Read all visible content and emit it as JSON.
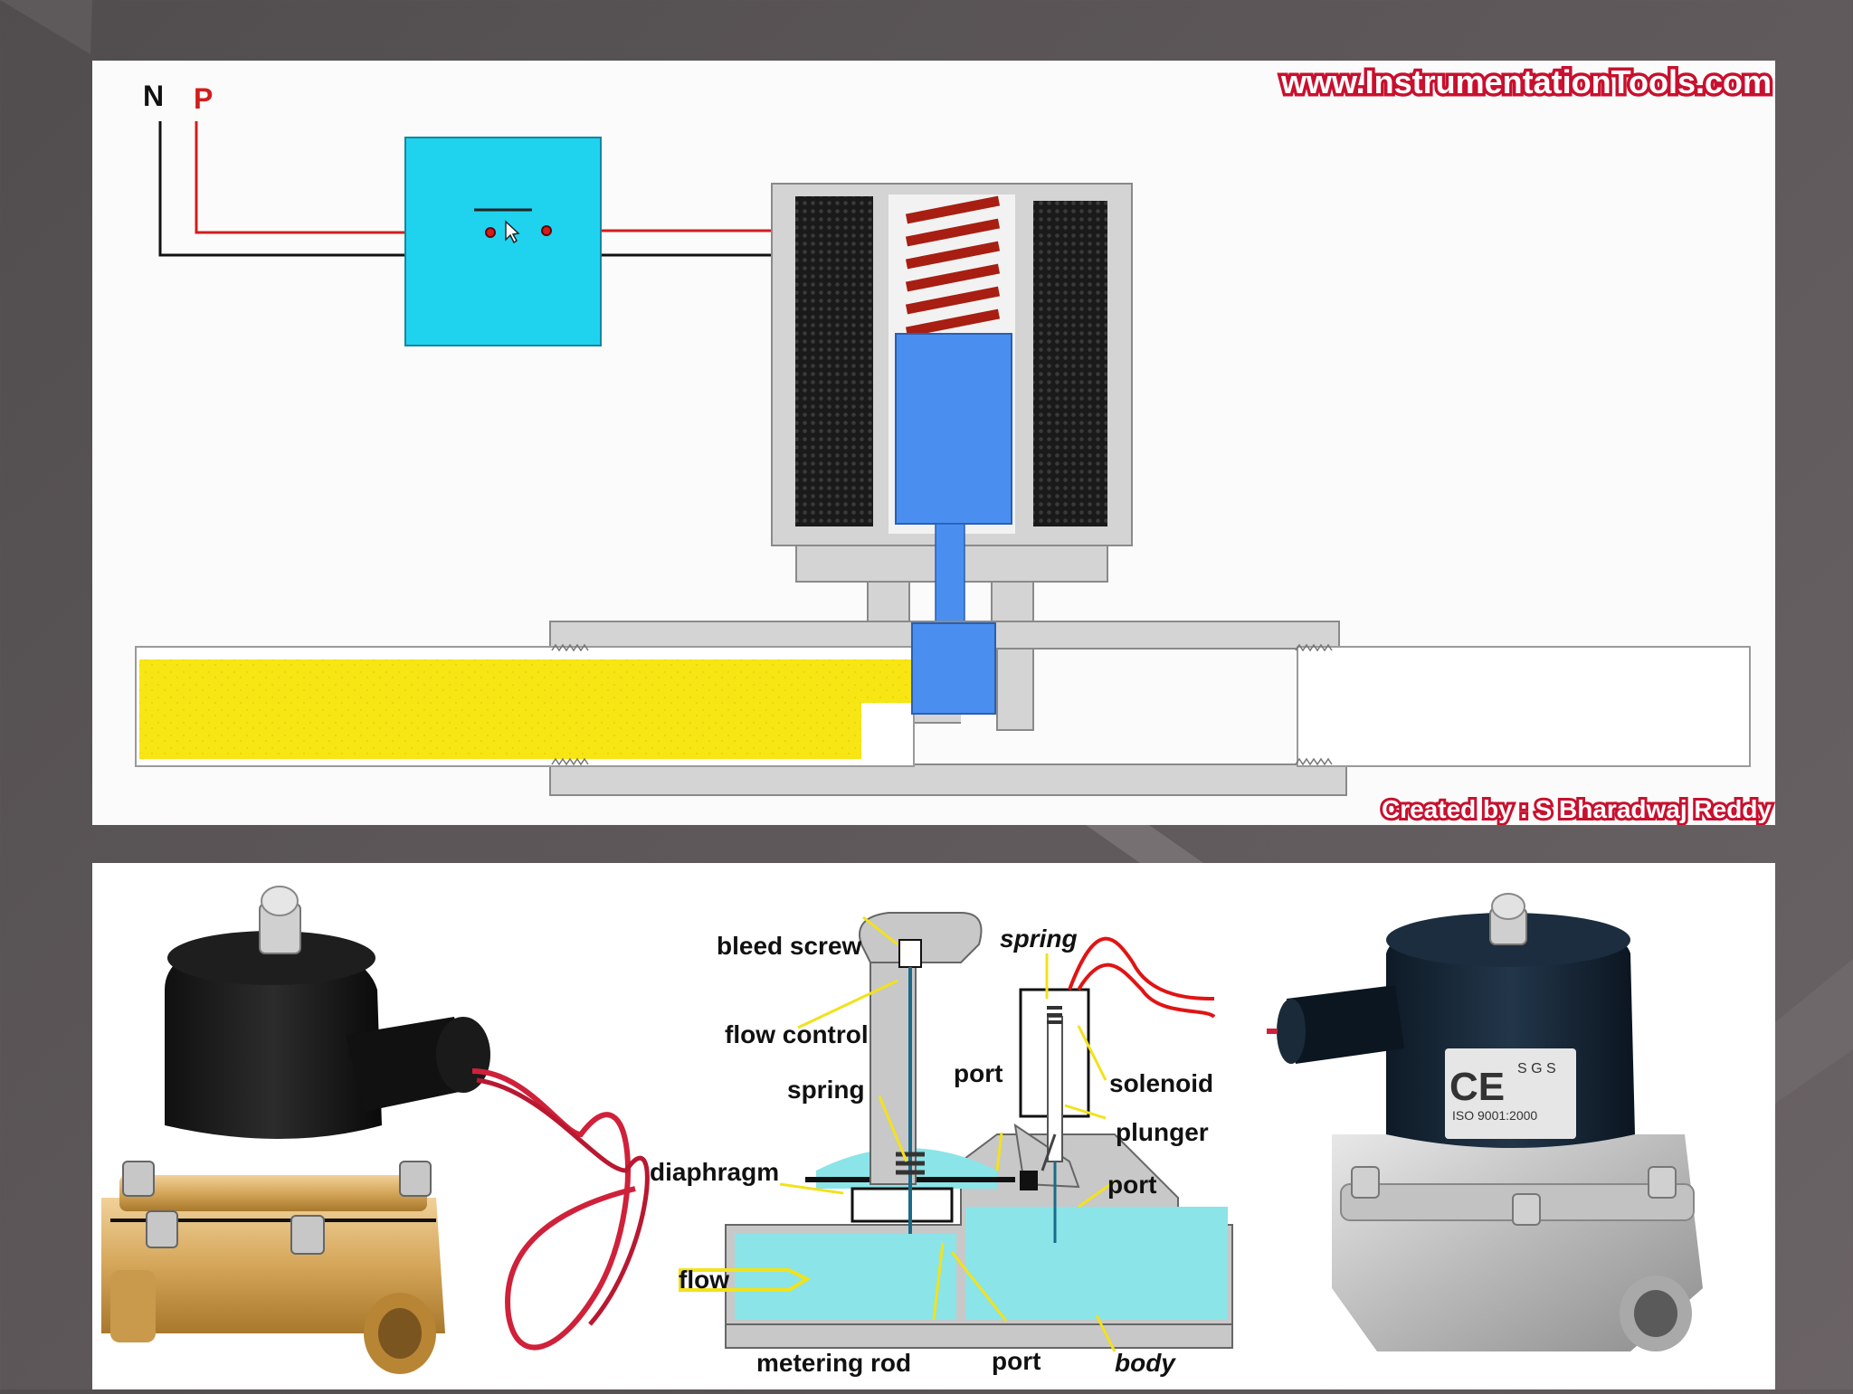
{
  "top_diagram": {
    "website": "www.InstrumentationTools.com",
    "credit": "Created by : S Bharadwaj Reddy",
    "terminal_n": "N",
    "terminal_p": "P",
    "colors": {
      "switch_box": "#1fd3ef",
      "plunger": "#4a8ff0",
      "fluid": "#f7e514",
      "spring": "#a81e12",
      "coil": "#1a1a1a",
      "body": "#d4d4d4",
      "live_wire": "#d21d1d",
      "brand_red": "#c8102e"
    }
  },
  "bottom_diagram": {
    "labels": {
      "bleed_screw": "bleed screw",
      "spring_top": "spring",
      "flow_control": "flow control",
      "solenoid": "solenoid",
      "port_upper": "port",
      "spring": "spring",
      "plunger": "plunger",
      "diaphragm": "diaphragm",
      "port_right": "port",
      "flow": "flow",
      "metering_rod": "metering rod",
      "port_bottom": "port",
      "body": "body"
    },
    "colors": {
      "fluid": "#8be4e8",
      "body": "#c8c8c8",
      "leader": "#f2e21c",
      "wire": "#e01414"
    },
    "photos": [
      "brass-solenoid-valve-photo",
      "stainless-solenoid-valve-photo"
    ],
    "badge": {
      "ce": "CE",
      "sgs": "S G S",
      "iso": "ISO 9001:2000"
    }
  }
}
